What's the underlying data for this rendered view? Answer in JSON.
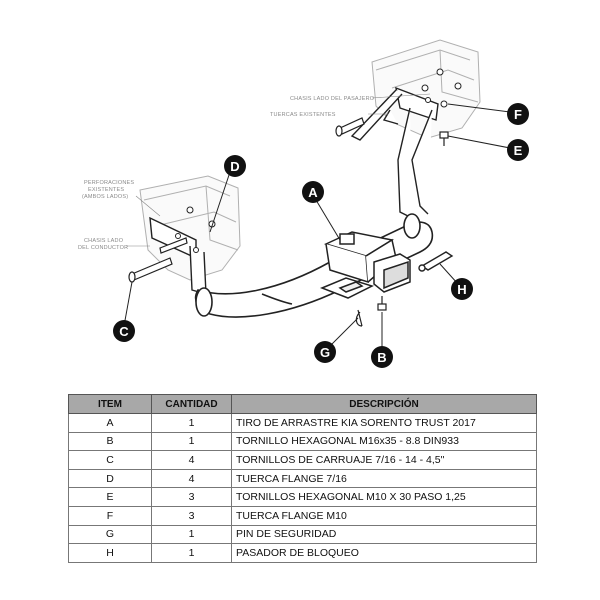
{
  "diagram": {
    "notes": {
      "pasajero": "CHASIS LADO DEL PASAJERO",
      "tuercas": "TUERCAS EXISTENTES",
      "perf1": "PERFORACIONES",
      "perf2": "EXISTENTES",
      "perf3": "(AMBOS LADOS)",
      "cond1": "CHASIS LADO",
      "cond2": "DEL CONDUCTOR"
    },
    "callouts": {
      "a": "A",
      "b": "B",
      "c": "C",
      "d": "D",
      "e": "E",
      "f": "F",
      "g": "G",
      "h": "H"
    }
  },
  "table": {
    "headers": [
      "ITEM",
      "CANTIDAD",
      "DESCRIPCIÓN"
    ],
    "rows": [
      {
        "item": "A",
        "qty": "1",
        "desc": "TIRO DE ARRASTRE KIA SORENTO TRUST 2017"
      },
      {
        "item": "B",
        "qty": "1",
        "desc": "TORNILLO  HEXAGONAL M16x35 - 8.8 DIN933"
      },
      {
        "item": "C",
        "qty": "4",
        "desc": "TORNILLOS DE CARRUAJE 7/16 - 14 - 4,5\""
      },
      {
        "item": "D",
        "qty": "4",
        "desc": "TUERCA FLANGE 7/16"
      },
      {
        "item": "E",
        "qty": "3",
        "desc": "TORNILLOS HEXAGONAL M10 X 30 PASO 1,25"
      },
      {
        "item": "F",
        "qty": "3",
        "desc": "TUERCA FLANGE M10"
      },
      {
        "item": "G",
        "qty": "1",
        "desc": "PIN DE SEGURIDAD"
      },
      {
        "item": "H",
        "qty": "1",
        "desc": "PASADOR DE BLOQUEO"
      }
    ]
  }
}
